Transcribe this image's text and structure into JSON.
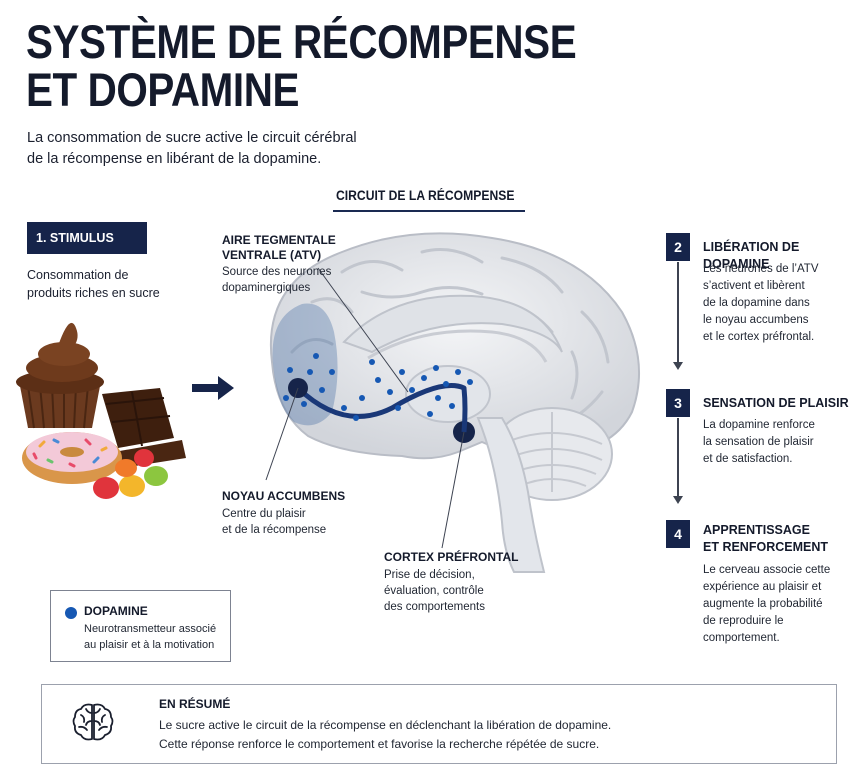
{
  "header": {
    "title_line1": "SYSTÈME DE RÉCOMPENSE",
    "title_line2": "ET DOPAMINE",
    "subtitle_line1": "La consommation de sucre active le circuit cérébral",
    "subtitle_line2": "de la récompense en libérant de la dopamine."
  },
  "circuit": {
    "title": "CIRCUIT DE LA RÉCOMPENSE"
  },
  "stimulus": {
    "label": "1. STIMULUS",
    "desc_line1": "Consommation de",
    "desc_line2": "produits riches en sucre"
  },
  "brain_labels": {
    "atv": {
      "title_line1": "AIRE TEGMENTALE",
      "title_line2": "VENTRALE (ATV)",
      "desc_line1": "Source des neurones",
      "desc_line2": "dopaminergiques"
    },
    "noyau": {
      "title": "NOYAU ACCUMBENS",
      "desc_line1": "Centre du plaisir",
      "desc_line2": "et de la récompense"
    },
    "cortex": {
      "title": "CORTEX PRÉFRONTAL",
      "desc_line1": "Prise de décision,",
      "desc_line2": "évaluation, contrôle",
      "desc_line3": "des comportements"
    }
  },
  "steps": [
    {
      "number": "2",
      "title_line1": "LIBÉRATION DE DOPAMINE",
      "desc": [
        "Les neurones de l’ATV",
        "s’activent et libèrent",
        "de la dopamine dans",
        "le noyau accumbens",
        "et le cortex préfrontal."
      ]
    },
    {
      "number": "3",
      "title_line1": "SENSATION DE PLAISIR",
      "desc": [
        "La dopamine renforce",
        "la sensation de plaisir",
        "et de satisfaction."
      ]
    },
    {
      "number": "4",
      "title_line1": "APPRENTISSAGE",
      "title_line2": "ET RENFORCEMENT",
      "desc": [
        "Le cerveau associe cette",
        "expérience au plaisir et",
        "augmente la probabilité",
        "de reproduire le",
        "comportement."
      ]
    }
  ],
  "legend": {
    "title": "DOPAMINE",
    "desc_line1": "Neurotransmetteur associé",
    "desc_line2": "au plaisir et à la motivation"
  },
  "summary": {
    "title": "EN RÉSUMÉ",
    "line1": "Le sucre active le circuit de la récompense en déclenchant la libération de dopamine.",
    "line2": "Cette réponse renforce le comportement et favorise la recherche répétée de sucre."
  },
  "colors": {
    "navy": "#16244a",
    "dopamine_blue": "#1658b3",
    "brain_gray": "#e6e8ec"
  },
  "icons": {
    "brain": "brain-icon",
    "arrow": "arrow-right-icon",
    "food": "sugary-food-illustration"
  }
}
